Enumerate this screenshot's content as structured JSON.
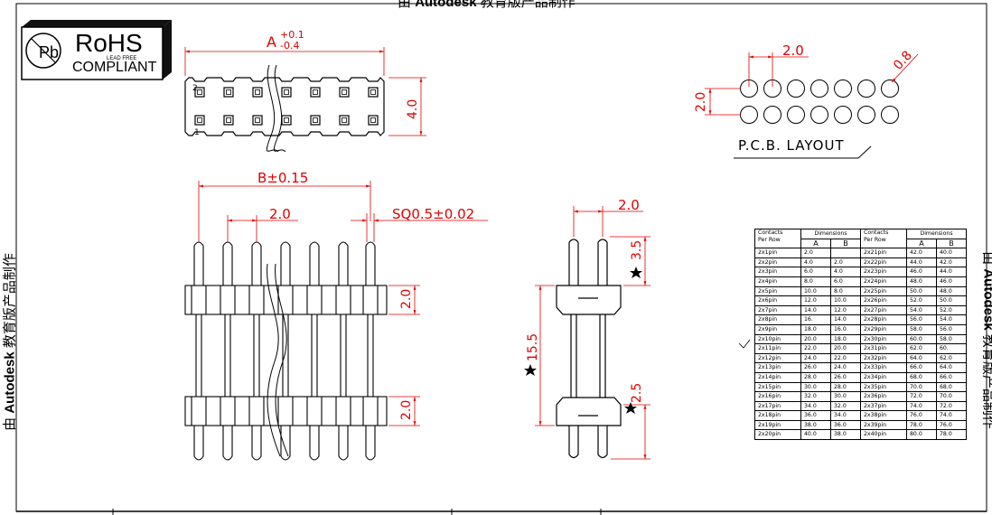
{
  "watermark": {
    "prefix": "由",
    "brand": "Autodesk",
    "suffix": "教育版产品制作"
  },
  "rohs": {
    "title": "RoHS",
    "subtitle": "COMPLIANT",
    "lead": "LEAD FREE",
    "badge": "Pb"
  },
  "dims": {
    "a": "A",
    "a_tol_plus": "+0.1",
    "a_tol_minus": "-0.4",
    "height_top": "4.0",
    "pin_one": "1",
    "pin_two": "2",
    "b": "B±0.15",
    "pitch": "2.0",
    "sq": "SQ0.5±0.02",
    "body_h1": "2.0",
    "body_h2": "2.0",
    "side_pitch": "2.0",
    "side_top": "3.5",
    "side_total": "15.5",
    "side_bottom": "2.5",
    "pcb_pitch_x": "2.0",
    "pcb_pitch_y": "2.0",
    "pcb_hole": "0.8",
    "pcb_label": "P.C.B. LAYOUT"
  },
  "table": {
    "headers": {
      "contacts": "Contacts",
      "per_row": "Per Row",
      "dimensions": "Dimensions",
      "a": "A",
      "b": "B"
    },
    "rows": [
      [
        "2x1pin",
        "2.0",
        "",
        "2x21pin",
        "42.0",
        "40.0"
      ],
      [
        "2x2pin",
        "4.0",
        "2.0",
        "2x22pin",
        "44.0",
        "42.0"
      ],
      [
        "2x3pin",
        "6.0",
        "4.0",
        "2x23pin",
        "46.0",
        "44.0"
      ],
      [
        "2x4pin",
        "8.0",
        "6.0",
        "2x24pin",
        "48.0",
        "46.0"
      ],
      [
        "2x5pin",
        "10.0",
        "8.0",
        "2x25pin",
        "50.0",
        "48.0"
      ],
      [
        "2x6pin",
        "12.0",
        "10.0",
        "2x26pin",
        "52.0",
        "50.0"
      ],
      [
        "2x7pin",
        "14.0",
        "12.0",
        "2x27pin",
        "54.0",
        "52.0"
      ],
      [
        "2x8pin",
        "16.",
        "14.0",
        "2x28pin",
        "56.0",
        "54.0"
      ],
      [
        "2x9pin",
        "18.0",
        "16.0",
        "2x29pin",
        "58.0",
        "56.0"
      ],
      [
        "2x10pin",
        "20.0",
        "18.0",
        "2x30pin",
        "60.0",
        "58.0"
      ],
      [
        "2x11pin",
        "22.0",
        "20.0",
        "2x31pin",
        "62.0",
        "60."
      ],
      [
        "2x12pin",
        "24.0",
        "22.0",
        "2x32pin",
        "64.0",
        "62.0"
      ],
      [
        "2x13pin",
        "26.0",
        "24.0",
        "2x33pin",
        "66.0",
        "64.0"
      ],
      [
        "2x14pin",
        "28.0",
        "26.0",
        "2x34pin",
        "68.0",
        "66.0"
      ],
      [
        "2x15pin",
        "30.0",
        "28.0",
        "2x35pin",
        "70.0",
        "68.0"
      ],
      [
        "2x16pin",
        "32.0",
        "30.0",
        "2x36pin",
        "72.0",
        "70.0"
      ],
      [
        "2x17pin",
        "34.0",
        "32.0",
        "2x37pin",
        "74.0",
        "72.0"
      ],
      [
        "2x18pin",
        "36.0",
        "34.0",
        "2x38pin",
        "76.0",
        "74.0"
      ],
      [
        "2x19pin",
        "38.0",
        "36.0",
        "2x39pin",
        "78.0",
        "76.0"
      ],
      [
        "2x20pin",
        "40.0",
        "38.0",
        "2x40pin",
        "80.0",
        "78.0"
      ]
    ]
  },
  "colors": {
    "dimension": "#e00000",
    "outline": "#000000"
  }
}
